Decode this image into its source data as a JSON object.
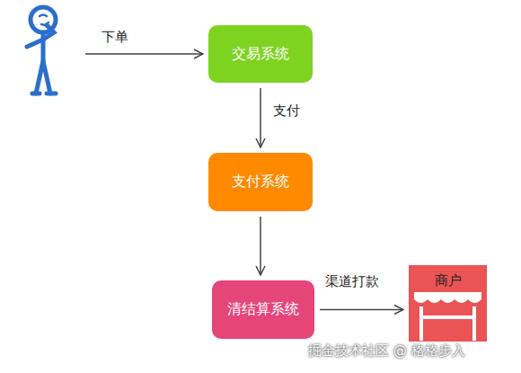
{
  "diagram": {
    "nodes": [
      {
        "text": [
          "交易系统"
        ]
      },
      {
        "text": [
          "支付系统"
        ]
      },
      {
        "text": [
          "清结算系统"
        ]
      },
      {
        "text": [
          "商户"
        ]
      }
    ],
    "edges": [
      {
        "from": 0,
        "to": 1,
        "label": "支付",
        "arrow": "to"
      },
      {
        "from": 1,
        "to": 2,
        "arrow": "to"
      },
      {
        "from": 2,
        "to": 3,
        "label": "渠道打款",
        "arrow": "to"
      }
    ],
    "labels": [
      "下单",
      "掘金技术社区 @ 格格步入"
    ]
  }
}
